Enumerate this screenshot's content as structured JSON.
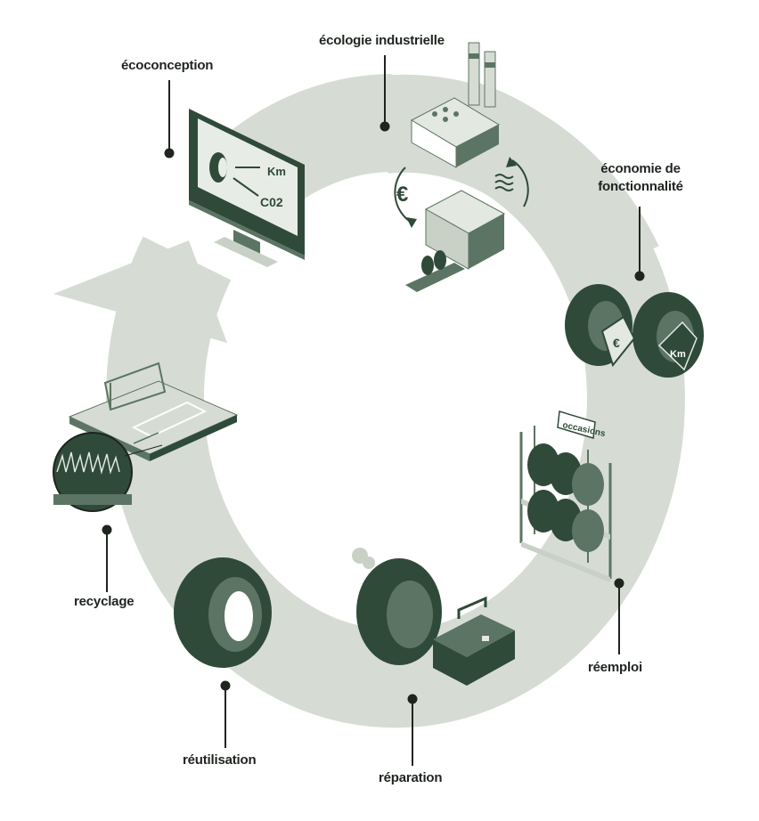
{
  "diagram": {
    "colors": {
      "ring": "#d6dcd4",
      "dark": "#2f4a39",
      "mid": "#5c7463",
      "light": "#e3e8e1",
      "line": "#1f241f"
    },
    "labels": {
      "ecoconception": "écoconception",
      "ecologie": "écologie industrielle",
      "economie_line1": "économie de",
      "economie_line2": "fonctionnalité",
      "reemploi": "réemploi",
      "reparation": "réparation",
      "reutilisation": "réutilisation",
      "recyclage": "recyclage"
    },
    "illustration_text": {
      "monitor_km": "Km",
      "monitor_co2": "C02",
      "euro": "€",
      "tag_euro": "€",
      "tag_km": "Km",
      "occasions": "occasions"
    }
  }
}
